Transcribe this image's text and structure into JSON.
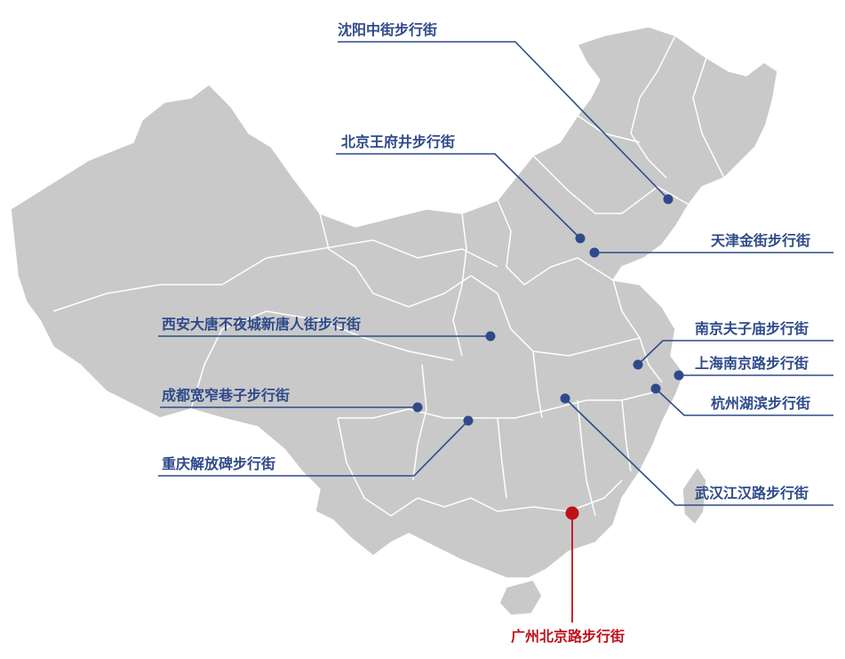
{
  "map": {
    "colors": {
      "land": "#c9c9c9",
      "border": "#ffffff",
      "leader": "#2e4a8a",
      "highlight": "#c0101a"
    },
    "markers": [
      {
        "id": "shenyang",
        "label": "沈阳中街步行街",
        "color": "blue"
      },
      {
        "id": "beijing",
        "label": "北京王府井步行街",
        "color": "blue"
      },
      {
        "id": "tianjin",
        "label": "天津金街步行街",
        "color": "blue"
      },
      {
        "id": "xian",
        "label": "西安大唐不夜城新唐人街步行街",
        "color": "blue"
      },
      {
        "id": "nanjing",
        "label": "南京夫子庙步行街",
        "color": "blue"
      },
      {
        "id": "shanghai",
        "label": "上海南京路步行街",
        "color": "blue"
      },
      {
        "id": "chengdu",
        "label": "成都宽窄巷子步行街",
        "color": "blue"
      },
      {
        "id": "hangzhou",
        "label": "杭州湖滨步行街",
        "color": "blue"
      },
      {
        "id": "chongqing",
        "label": "重庆解放碑步行街",
        "color": "blue"
      },
      {
        "id": "wuhan",
        "label": "武汉江汉路步行街",
        "color": "blue"
      },
      {
        "id": "guangzhou",
        "label": "广州北京路步行街",
        "color": "red"
      }
    ]
  }
}
